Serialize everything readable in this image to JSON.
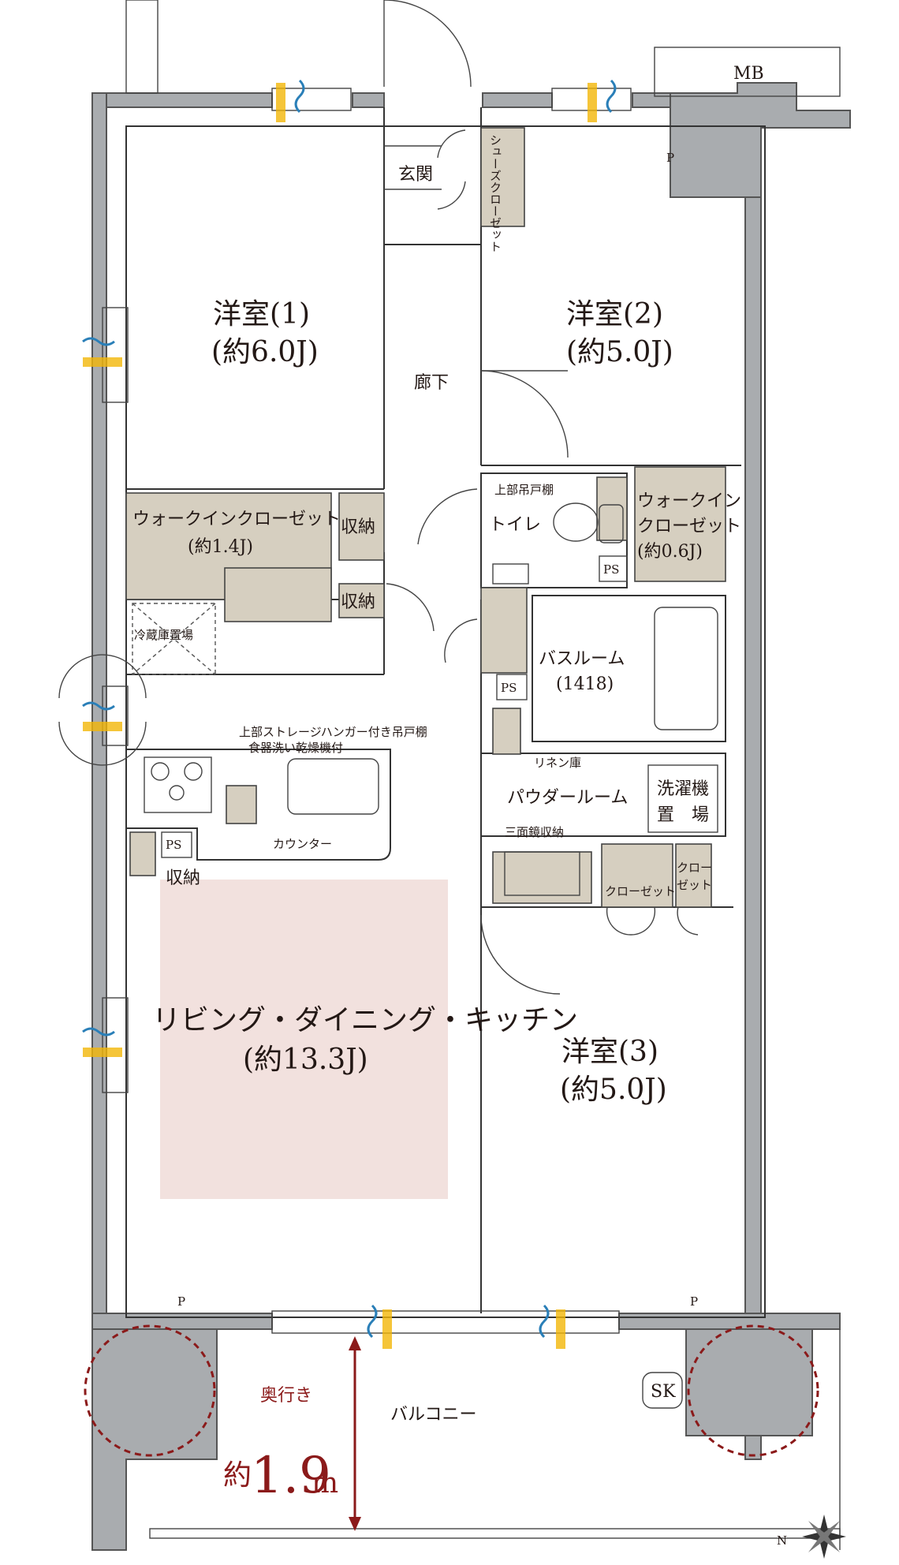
{
  "rooms": {
    "entrance": "玄関",
    "shoe_closet": "シューズクローゼット",
    "mb": "MB",
    "western1_name": "洋室(1)",
    "western1_size": "(約6.0J)",
    "western2_name": "洋室(2)",
    "western2_size": "(約5.0J)",
    "hallway": "廊下",
    "wic1_name": "ウォークインクローゼット",
    "wic1_size": "(約1.4J)",
    "storage": "収納",
    "upper_cabinet": "上部吊戸棚",
    "toilet": "トイレ",
    "wic2_name_line1": "ウォークイン",
    "wic2_name_line2": "クローゼット",
    "wic2_size": "(約0.6J)",
    "ps": "PS",
    "fridge": "冷蔵庫置場",
    "bathroom_name": "バスルーム",
    "bathroom_size": "(1418)",
    "kitchen_note1": "上部ストレージハンガー付き吊戸棚",
    "kitchen_note2": "食器洗い乾燥機付",
    "linen": "リネン庫",
    "powder_room": "パウダールーム",
    "washer_line1": "洗濯機",
    "washer_line2": "置　場",
    "counter": "カウンター",
    "triple_mirror": "三面鏡収納",
    "closet": "クローゼット",
    "closet_small_line1": "クロー",
    "closet_small_line2": "ゼット",
    "ldk_name": "リビング・ダイニング・キッチン",
    "ldk_size": "(約13.3J)",
    "western3_name": "洋室(3)",
    "western3_size": "(約5.0J)",
    "pipe": "P",
    "sk": "SK",
    "balcony": "バルコニー"
  },
  "balcony_depth": {
    "label": "奥行き",
    "prefix": "約",
    "value": "1.9",
    "unit": "m"
  },
  "compass": {
    "north": "N"
  },
  "colors": {
    "wall": "#a9acaf",
    "storage": "#d6cfc0",
    "ldk_fill": "#f2e1de",
    "accent_red": "#8b1a1a",
    "window_blue": "#2a7fb8",
    "window_yellow": "#f2b707"
  }
}
